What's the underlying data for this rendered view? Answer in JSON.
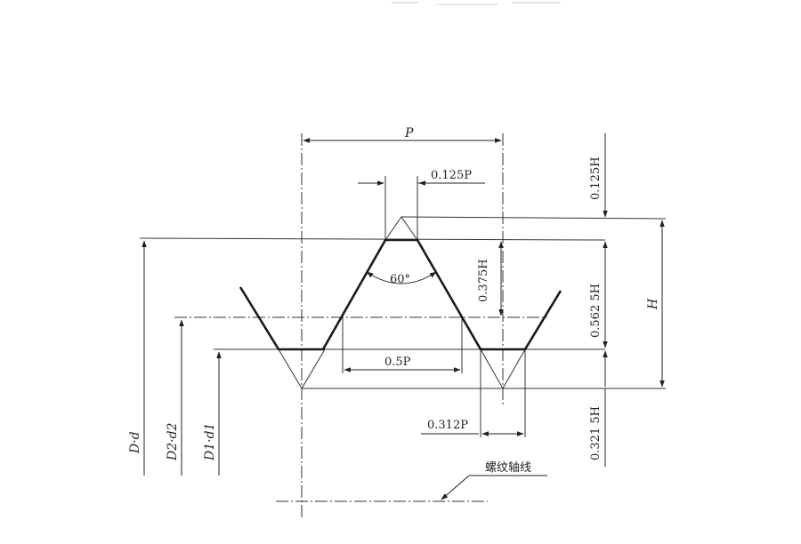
{
  "diagram": {
    "labels": {
      "pitch": "P",
      "crest_flat": "0.125P",
      "top_trunc": "0.125H",
      "upper_depth": "0.375H",
      "mid_depth": "0.562 5H",
      "height": "H",
      "angle": "60°",
      "half_pitch": "0.5P",
      "root_flat": "0.312P",
      "lower_depth": "0.321 5H",
      "major_dia": "D·d",
      "pitch_dia": "D2·d2",
      "minor_dia": "D1·d1",
      "axis": "螺纹轴线"
    },
    "colors": {
      "line": "#2a2a2a",
      "thick": "#1a1a1a",
      "background": "#ffffff"
    }
  }
}
